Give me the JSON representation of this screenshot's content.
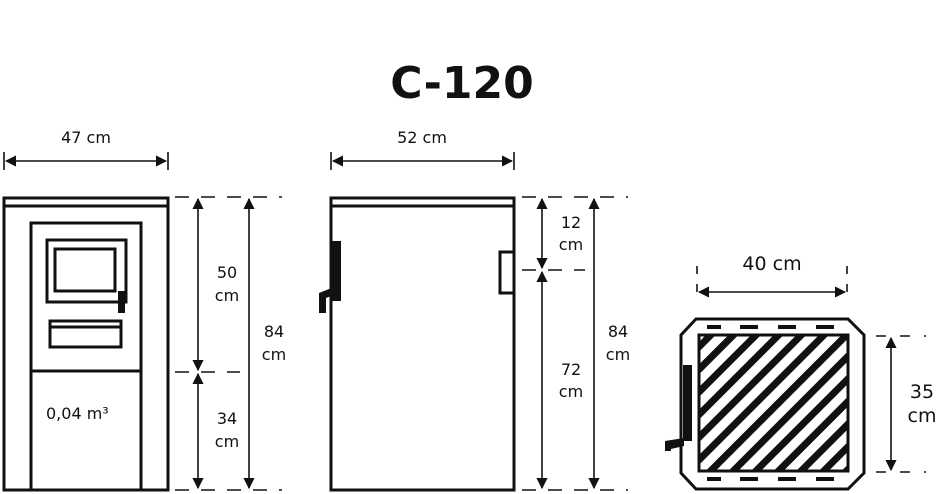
{
  "title": "C-120",
  "front": {
    "width_label": "47 cm",
    "upper_height_label": [
      "50",
      "cm"
    ],
    "lower_height_label": [
      "34",
      "cm"
    ],
    "total_height_label": [
      "84",
      "cm"
    ],
    "volume_label": "0,04 m³"
  },
  "side": {
    "width_label": "52 cm",
    "top_label": [
      "12",
      "cm"
    ],
    "lower_label": [
      "72",
      "cm"
    ],
    "total_height_label": [
      "84",
      "cm"
    ]
  },
  "top": {
    "width_label": "40 cm",
    "depth_label": [
      "35",
      "cm"
    ]
  },
  "colors": {
    "ink": "#111111",
    "background": "#ffffff"
  }
}
